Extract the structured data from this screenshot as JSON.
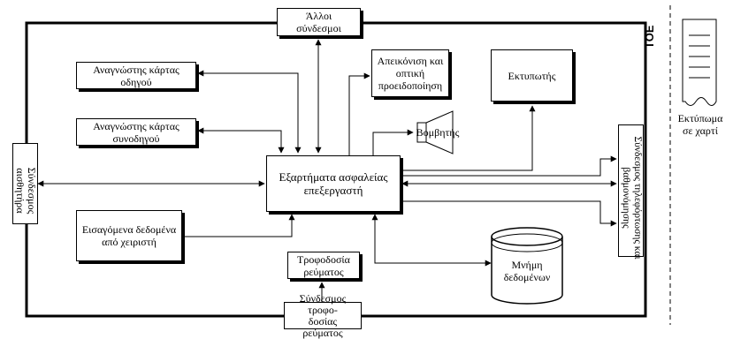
{
  "diagram": {
    "others": "Άλλοι\nσύνδεσμοι",
    "driver_reader": "Αναγνώστης κάρτας\nοδηγού",
    "codriver_reader": "Αναγνώστης κάρτας\nσυνοδηγού",
    "display": "Απεικόνιση και\nοπτική\nπροειδοποίηση",
    "printer": "Εκτυπωτής",
    "buzzer": "Βομβητής",
    "processor": "Εξαρτήματα ασφαλείας\nεπεξεργαστή",
    "sensor": "Σύνδεσμος\nαισθητήρα",
    "calibration": "Σύνδεσμος τηλεφόρτωσης και\nβαθμονόμησης",
    "manual_input": "Εισαγόμενα δεδομένα\nαπό χειριστή",
    "power": "Τροφοδοσία\nρεύματος",
    "memory": "Μνήμη\nδεδομένων",
    "power_connector": "Σύνδεσμος τροφο-\nδοσίας ρεύματος",
    "toe": "ΤΟΕ",
    "printout": "Εκτύπωμα\nσε χαρτί"
  }
}
